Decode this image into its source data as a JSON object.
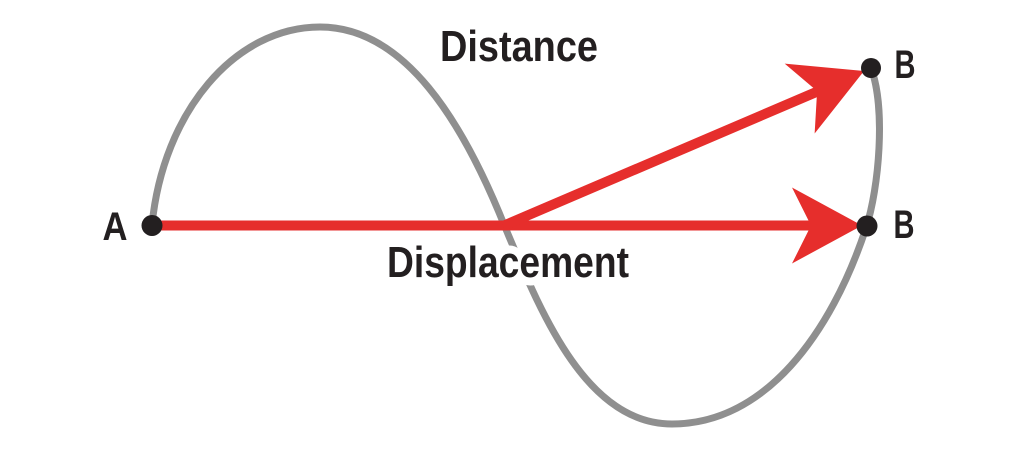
{
  "diagram": {
    "labels": {
      "distance": "Distance",
      "displacement": "Displacement",
      "point_a": "A",
      "point_b_top": "B",
      "point_b_mid": "B"
    },
    "points": {
      "a": "start point A (left, on horizontal axis)",
      "b_top": "end point B (upper right, end of curved path)",
      "b_mid": "end point B (middle right, end of straight displacement)"
    },
    "colors": {
      "path_gray": "#8f8f8f",
      "arrow_red": "#e62e2c",
      "ink_black": "#231f20",
      "background": "#ffffff"
    }
  }
}
